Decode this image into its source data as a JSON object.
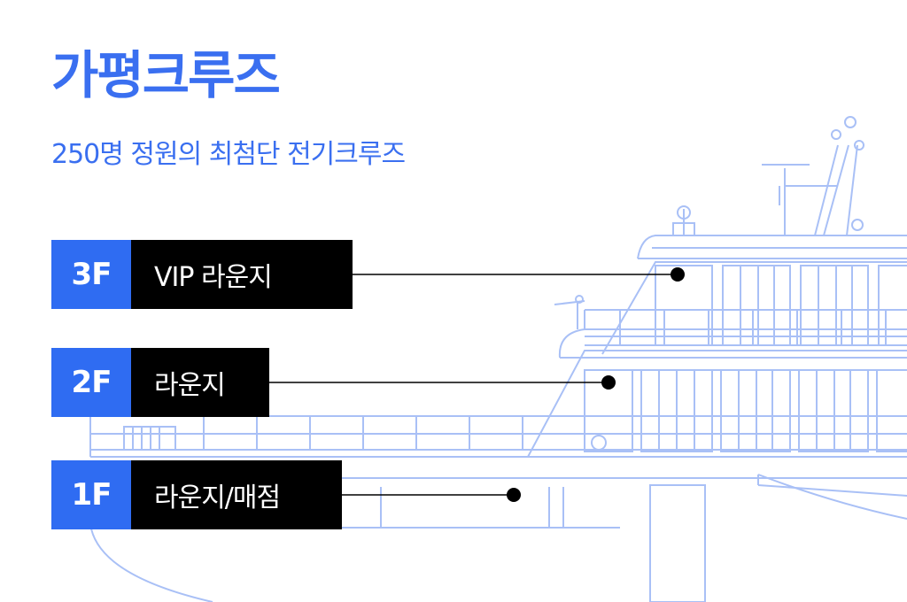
{
  "title": "가평크루즈",
  "subtitle": "250명 정원의 최첨단 전기크루즈",
  "colors": {
    "accent": "#3a6ff0",
    "badge": "#2f6cf2",
    "label_bg": "#000000",
    "ship_line": "#a9c0f6"
  },
  "floors": [
    {
      "badge": "3F",
      "label": "VIP 라운지"
    },
    {
      "badge": "2F",
      "label": "라운지"
    },
    {
      "badge": "1F",
      "label": "라운지/매점"
    }
  ]
}
